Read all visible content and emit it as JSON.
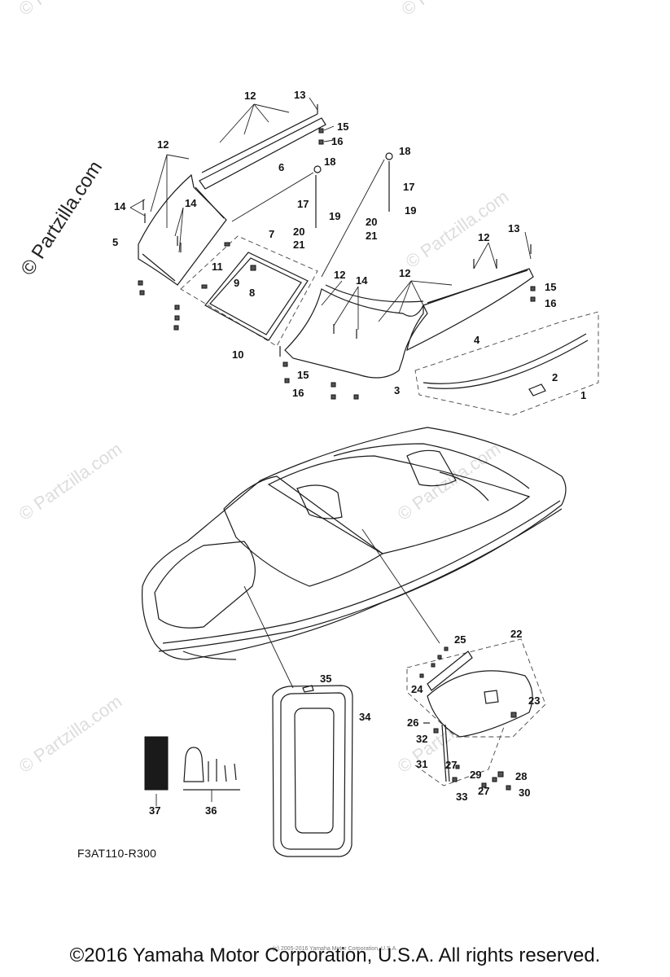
{
  "watermark": {
    "main": "© Partzilla.com",
    "faint": "© Partzilla.com"
  },
  "callouts": [
    "1",
    "2",
    "3",
    "4",
    "5",
    "6",
    "7",
    "8",
    "9",
    "10",
    "11",
    "12",
    "13",
    "14",
    "15",
    "16",
    "17",
    "18",
    "19",
    "20",
    "21",
    "22",
    "23",
    "24",
    "25",
    "26",
    "27",
    "28",
    "29",
    "30",
    "31",
    "32",
    "33",
    "34",
    "35",
    "36",
    "37"
  ],
  "ref_code": "F3AT110-R300",
  "copyright": "©2016 Yamaha Motor Corporation, U.S.A. All rights reserved.",
  "copyright_small": "(c) 2005-2016 Yamaha Motor Corporation, U.S.A."
}
